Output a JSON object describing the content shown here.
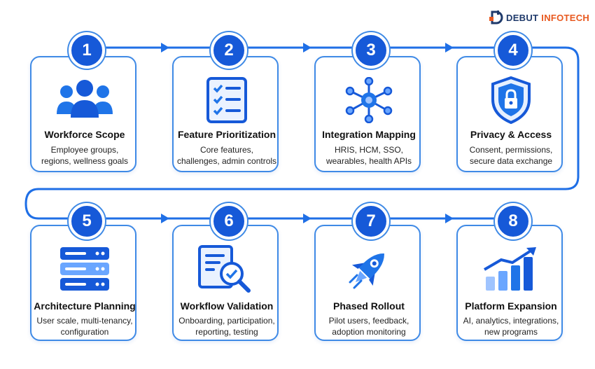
{
  "brand": {
    "name_primary": "DEBUT",
    "name_secondary": "INFOTECH"
  },
  "colors": {
    "accent": "#1659d8",
    "card_border": "#3f8ae6",
    "brand_orange": "#e8591f",
    "brand_navy": "#1f3a6b"
  },
  "steps": [
    {
      "number": "1",
      "title": "Workforce Scope",
      "desc_line1": "Employee groups,",
      "desc_line2": "regions, wellness goals",
      "icon": "people-group-icon"
    },
    {
      "number": "2",
      "title": "Feature Prioritization",
      "desc_line1": "Core features,",
      "desc_line2": "challenges, admin controls",
      "icon": "checklist-icon"
    },
    {
      "number": "3",
      "title": "Integration Mapping",
      "desc_line1": "HRIS, HCM, SSO,",
      "desc_line2": "wearables, health APIs",
      "icon": "network-hub-icon"
    },
    {
      "number": "4",
      "title": "Privacy & Access",
      "desc_line1": "Consent, permissions,",
      "desc_line2": "secure data exchange",
      "icon": "shield-lock-icon"
    },
    {
      "number": "5",
      "title": "Architecture Planning",
      "desc_line1": "User scale, multi-tenancy,",
      "desc_line2": "configuration",
      "icon": "server-stack-icon"
    },
    {
      "number": "6",
      "title": "Workflow Validation",
      "desc_line1": "Onboarding, participation,",
      "desc_line2": "reporting, testing",
      "icon": "document-search-icon"
    },
    {
      "number": "7",
      "title": "Phased Rollout",
      "desc_line1": "Pilot users, feedback,",
      "desc_line2": "adoption monitoring",
      "icon": "rocket-icon"
    },
    {
      "number": "8",
      "title": "Platform Expansion",
      "desc_line1": "AI, analytics, integrations,",
      "desc_line2": "new programs",
      "icon": "growth-chart-icon"
    }
  ]
}
